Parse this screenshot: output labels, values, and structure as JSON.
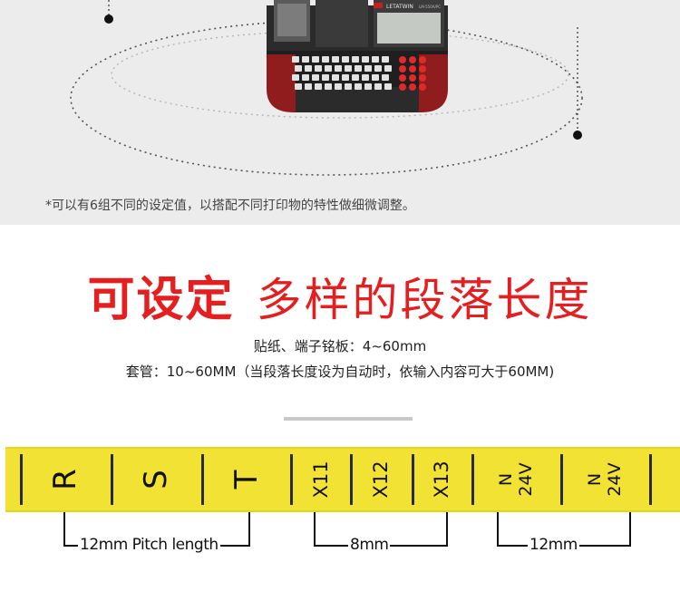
{
  "top_note": "*可以有6组不同的设定值，以搭配不同打印物的特性做细微调整。",
  "device": {
    "brand": "LETATWIN",
    "model": "LM-550A/PC"
  },
  "heading": {
    "strong": "可设定",
    "light": "多样的段落长度"
  },
  "description": {
    "line1": "贴纸、端子铭板：4~60mm",
    "line2": "套管：10~60MM（当段落长度设为自动时，依输入内容可大于60MM)"
  },
  "tape": {
    "labels": [
      "R",
      "S",
      "T",
      "X11",
      "X12",
      "X13"
    ],
    "stacked": [
      {
        "top": "N",
        "bottom": "24V"
      },
      {
        "top": "N",
        "bottom": "24V"
      }
    ]
  },
  "dimensions": {
    "pitch": "12mm Pitch length",
    "middle": "8mm",
    "right": "12mm"
  },
  "colors": {
    "accent": "#e51f1f",
    "tape": "#f2e234"
  }
}
